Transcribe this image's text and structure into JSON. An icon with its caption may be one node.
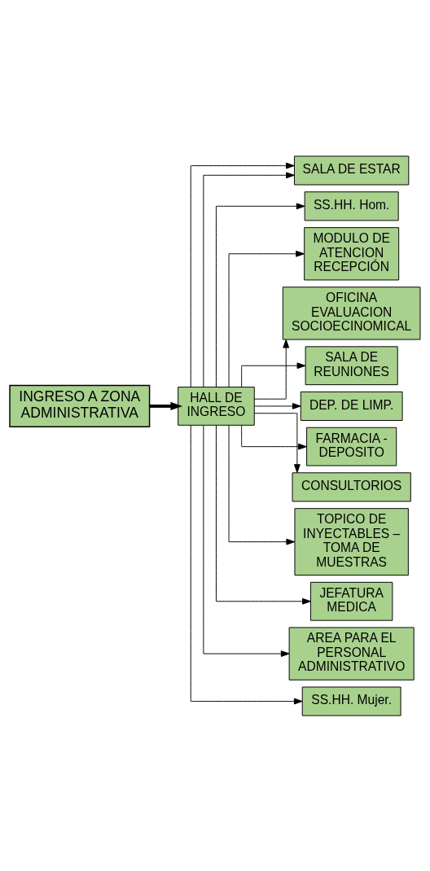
{
  "diagram": {
    "nodes": [
      {
        "text": [
          "INGRESO A ZONA ADMINISTRATIVA"
        ]
      },
      {
        "text": [
          "HALL DE INGRESO"
        ]
      },
      {
        "text": [
          "SALA DE ESTAR"
        ]
      },
      {
        "text": [
          "SS.HH. Hom."
        ]
      },
      {
        "text": [
          "MODULO DE ATENCION RECEPCIÓN"
        ]
      },
      {
        "text": [
          "OFICINA EVALUACION SOCIOECINOMICAL"
        ]
      },
      {
        "text": [
          "SALA DE REUNIONES"
        ]
      },
      {
        "text": [
          "DEP. DE LIMP."
        ]
      },
      {
        "text": [
          "FARMACIA - DEPOSITO"
        ]
      },
      {
        "text": [
          "CONSULTORIOS"
        ]
      },
      {
        "text": [
          "TOPICO DE INYECTABLES – TOMA DE MUESTRAS"
        ]
      },
      {
        "text": [
          "JEFATURA MEDICA"
        ]
      },
      {
        "text": [
          "AREA PARA EL PERSONAL ADMINISTRATIVO"
        ]
      },
      {
        "text": [
          "SS.HH. Mujer."
        ]
      }
    ],
    "edges": [
      {
        "from": 0,
        "to": 1,
        "arrow": "to",
        "style": "thick"
      },
      {
        "from": 1,
        "to": 4,
        "arrow": "to"
      },
      {
        "from": 1,
        "to": 5,
        "arrow": "to"
      },
      {
        "from": 1,
        "to": 6,
        "arrow": "to"
      },
      {
        "from": 1,
        "to": 2,
        "arrow": "to"
      },
      {
        "from": 1,
        "to": 7,
        "arrow": "to"
      },
      {
        "from": 1,
        "to": 3,
        "arrow": "to"
      },
      {
        "from": 1,
        "to": 8,
        "arrow": "to"
      },
      {
        "from": 1,
        "to": 9,
        "arrow": "to"
      },
      {
        "from": 1,
        "to": 10,
        "arrow": "to"
      },
      {
        "from": 1,
        "to": 2,
        "arrow": "to"
      },
      {
        "from": 1,
        "to": 11,
        "arrow": "to"
      },
      {
        "from": 1,
        "to": 12,
        "arrow": "to"
      },
      {
        "from": 1,
        "to": 13,
        "arrow": "to"
      }
    ]
  }
}
